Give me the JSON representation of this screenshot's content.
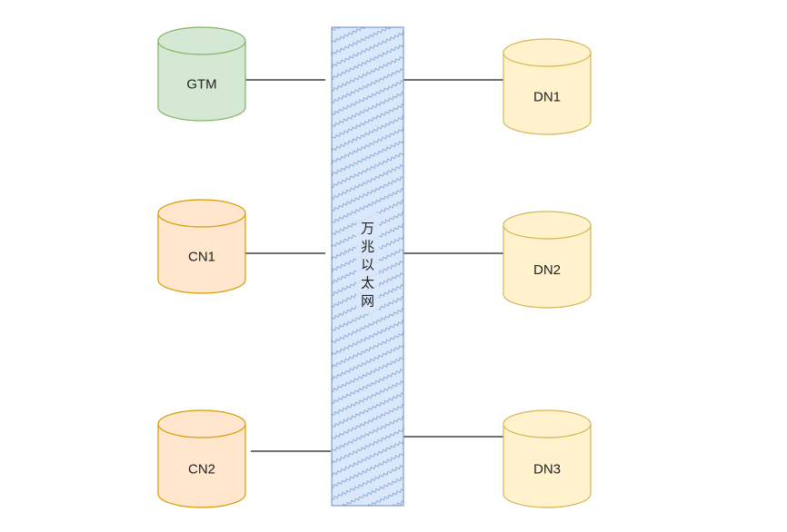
{
  "network": {
    "label": "万兆以太网",
    "characters": [
      "万",
      "兆",
      "以",
      "太",
      "网"
    ],
    "fill_color": "#dae8fc",
    "stroke_color": "#6c8ebf"
  },
  "nodes": [
    {
      "id": "gtm",
      "label": "GTM",
      "side": "left",
      "fill": "#d5e8d4",
      "stroke": "#82b366"
    },
    {
      "id": "cn1",
      "label": "CN1",
      "side": "left",
      "fill": "#ffe6cc",
      "stroke": "#d79b00"
    },
    {
      "id": "cn2",
      "label": "CN2",
      "side": "left",
      "fill": "#ffe6cc",
      "stroke": "#d79b00"
    },
    {
      "id": "dn1",
      "label": "DN1",
      "side": "right",
      "fill": "#fff2cc",
      "stroke": "#d6b656"
    },
    {
      "id": "dn2",
      "label": "DN2",
      "side": "right",
      "fill": "#fff2cc",
      "stroke": "#d6b656"
    },
    {
      "id": "dn3",
      "label": "DN3",
      "side": "right",
      "fill": "#fff2cc",
      "stroke": "#d6b656"
    }
  ],
  "connections": [
    {
      "from": "gtm",
      "to": "network"
    },
    {
      "from": "cn1",
      "to": "network"
    },
    {
      "from": "cn2",
      "to": "network"
    },
    {
      "from": "network",
      "to": "dn1"
    },
    {
      "from": "network",
      "to": "dn2"
    },
    {
      "from": "network",
      "to": "dn3"
    }
  ]
}
